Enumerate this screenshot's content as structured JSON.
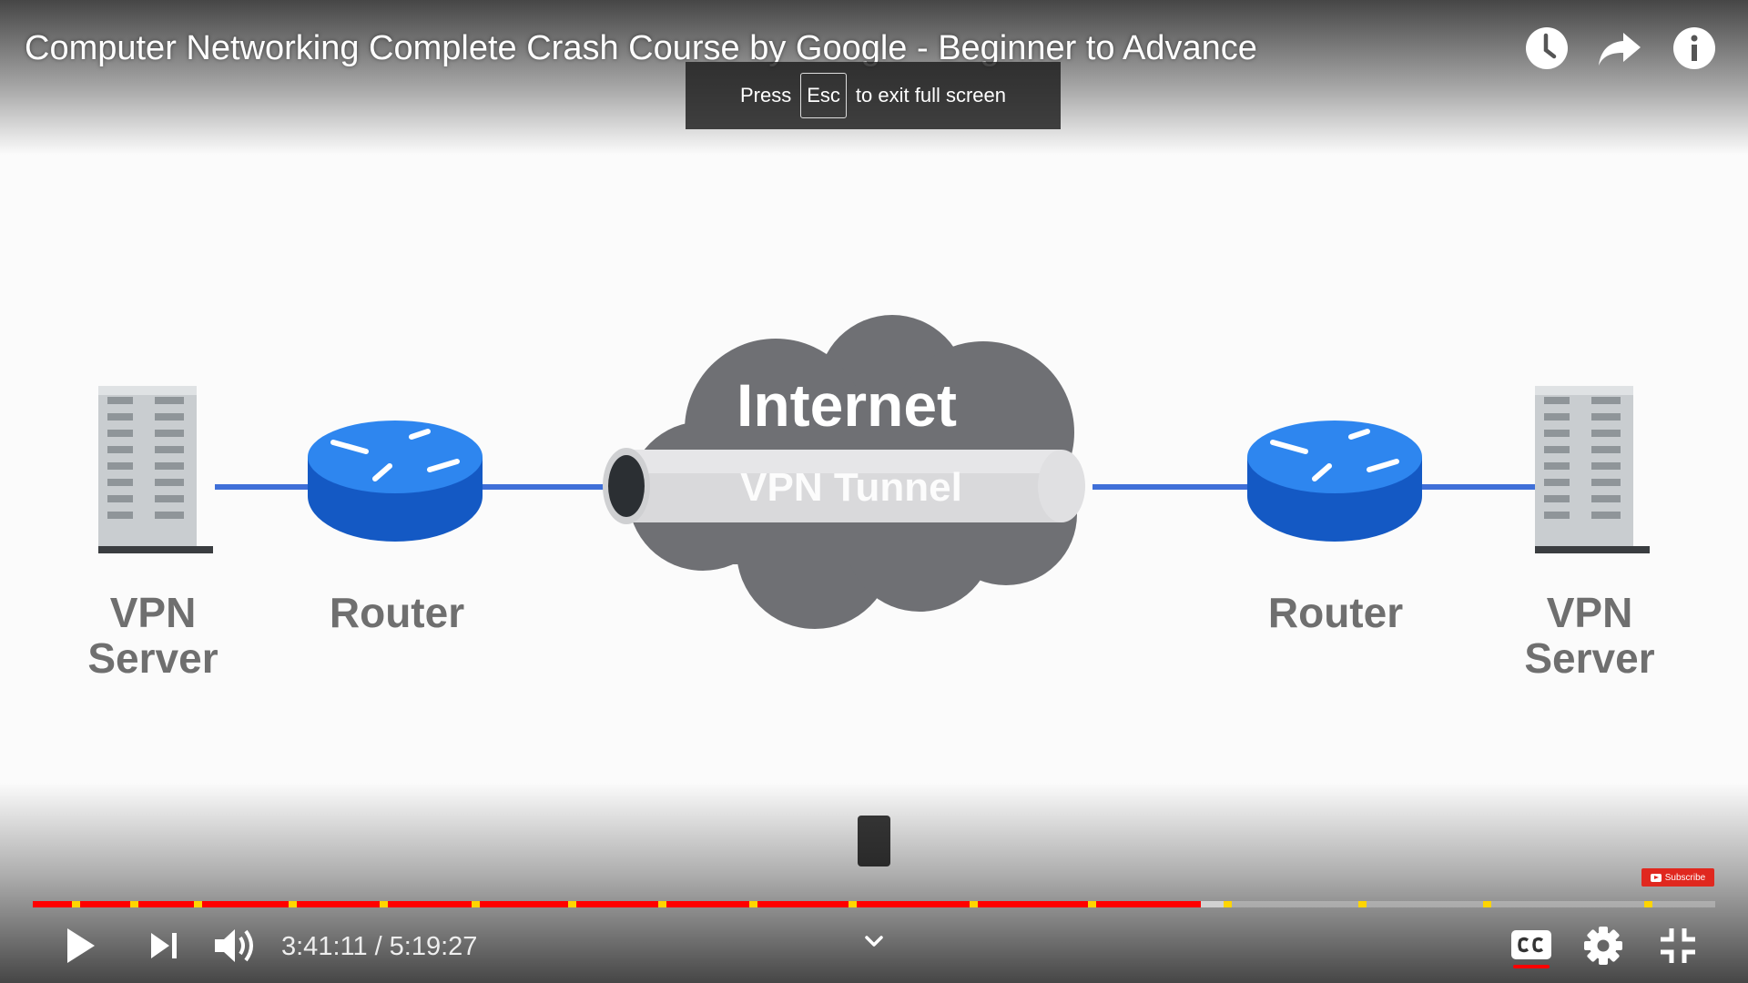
{
  "title": "Computer Networking Complete Crash Course by Google - Beginner to Advance",
  "toast": {
    "prefix": "Press",
    "key": "Esc",
    "suffix": "to exit full screen"
  },
  "diagram": {
    "internet": "Internet",
    "tunnel": "VPN Tunnel",
    "left_server": [
      "VPN",
      "Server"
    ],
    "left_router": "Router",
    "right_router": "Router",
    "right_server": [
      "VPN",
      "Server"
    ]
  },
  "watermark": {
    "label": "Subscribe"
  },
  "playback": {
    "current_time": "3:41:11",
    "separator": "/",
    "duration": "5:19:27",
    "played_fraction": 0.694,
    "loaded_fraction": 0.71
  },
  "chapter_marks_fraction": [
    0.023,
    0.058,
    0.096,
    0.152,
    0.206,
    0.261,
    0.318,
    0.372,
    0.426,
    0.485,
    0.557,
    0.627,
    0.708,
    0.788,
    0.862,
    0.958
  ],
  "icons": {
    "top": [
      "clock-icon",
      "share-arrow-icon",
      "info-icon"
    ],
    "bottom": [
      "play-icon",
      "skip-next-icon",
      "volume-icon",
      "chevron-down-icon",
      "closed-captions-icon",
      "gear-icon",
      "exit-fullscreen-icon"
    ]
  },
  "colors": {
    "played": "#ff0000",
    "chapter_marker": "#ffd500",
    "router_blue": "#1a73e8",
    "cloud_gray": "#6f7074"
  }
}
